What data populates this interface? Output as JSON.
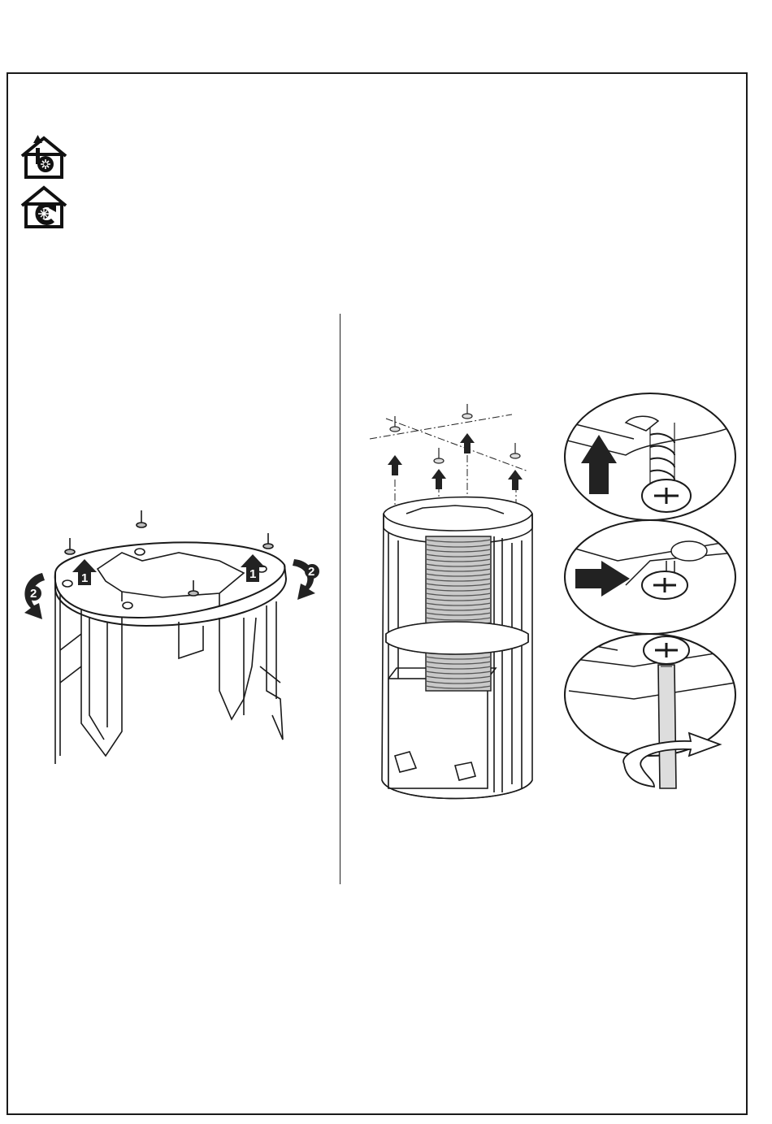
{
  "icons": {
    "ducted_mode": "house-ducted-extraction-icon",
    "recirculation_mode": "house-recirculation-icon"
  },
  "left_figure": {
    "name": "mounting-bracket-removal",
    "step_labels": [
      "1",
      "1",
      "2",
      "2"
    ]
  },
  "right_figure": {
    "name": "chimney-frame-with-flexible-duct",
    "details": [
      "screw-lift-detail",
      "screw-slide-detail",
      "screw-tighten-detail"
    ]
  },
  "colors": {
    "line": "#1a1a1a",
    "shade": "#cfcfcf",
    "dark": "#2a2a2a"
  }
}
